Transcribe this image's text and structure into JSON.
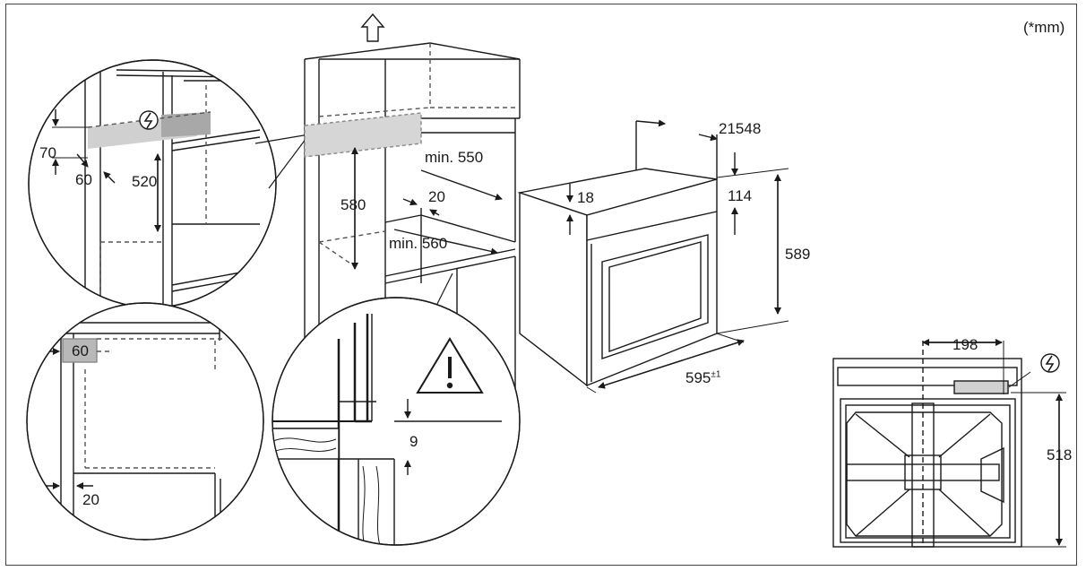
{
  "unit_note": "(*mm)",
  "labels": {
    "d70": "70",
    "d60": "60",
    "d520": "520",
    "d580": "580",
    "min550": "min. 550",
    "d20_mid": "20",
    "min560": "min. 560",
    "d21548": "21548",
    "d18": "18",
    "d114": "114",
    "d589": "589",
    "d595": "595",
    "d595_tol": "±1",
    "d60_box": "60",
    "d20_low": "20",
    "d9": "9",
    "d198": "198",
    "d518": "518"
  },
  "colors": {
    "line": "#1a1a1a",
    "dashed": "#555555",
    "shade": "#c8c8c8",
    "shade_dark": "#a8a8a8"
  },
  "icons": [
    "arrow-up-icon",
    "electric-symbol-icon",
    "warning-triangle-icon"
  ]
}
